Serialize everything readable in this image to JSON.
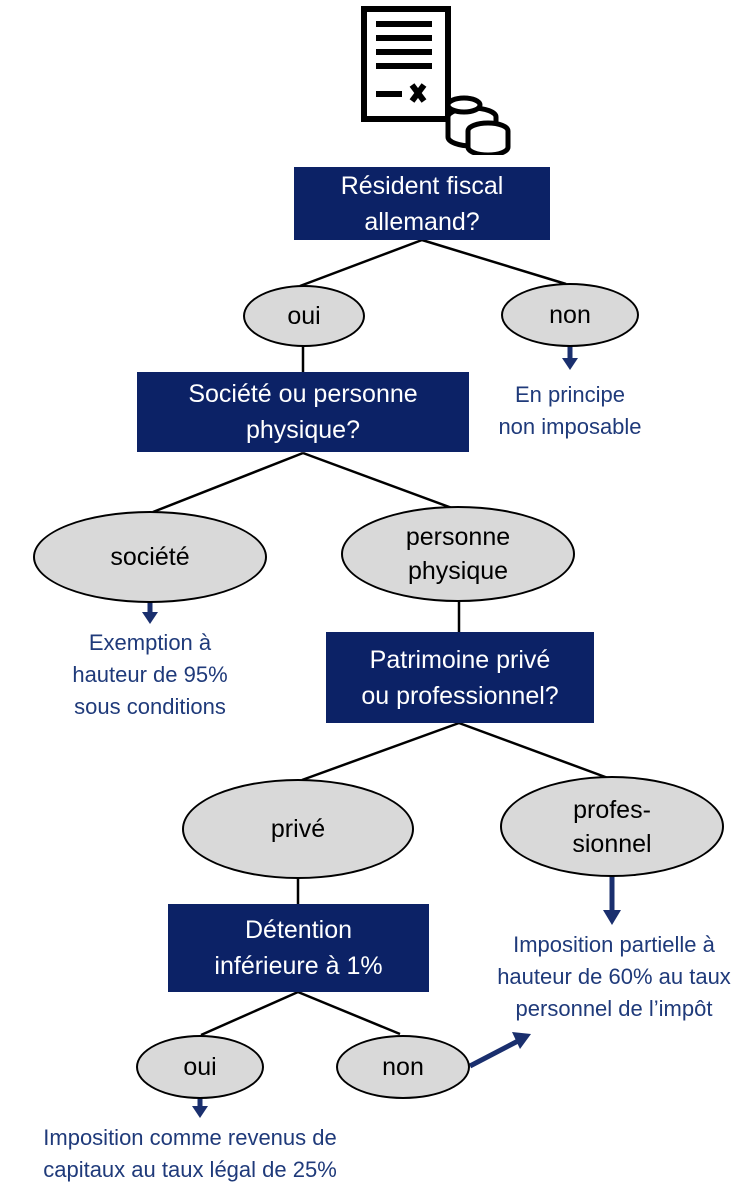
{
  "colors": {
    "question_fill": "#0c2266",
    "question_text": "#ffffff",
    "answer_fill": "#d9d9d9",
    "answer_border": "#000000",
    "result_text": "#1f3a7a",
    "arrow": "#1a2f6e",
    "line": "#000000"
  },
  "icon": {
    "name": "tax-document-coins-icon"
  },
  "questions": {
    "q1": {
      "line1": "Résident fiscal",
      "line2": "allemand?"
    },
    "q2": {
      "line1": "Société ou personne",
      "line2": "physique?"
    },
    "q3": {
      "line1": "Patrimoine privé",
      "line2": "ou professionnel?"
    },
    "q4": {
      "line1": "Détention",
      "line2": "inférieure à 1%"
    }
  },
  "answers": {
    "q1_yes": "oui",
    "q1_no": "non",
    "q2_company": "société",
    "q2_person": {
      "line1": "personne",
      "line2": "physique"
    },
    "q3_private": "privé",
    "q3_professional": {
      "line1": "profes-",
      "line2": "sionnel"
    },
    "q4_yes": "oui",
    "q4_no": "non"
  },
  "results": {
    "not_taxable": {
      "line1": "En principe",
      "line2": "non imposable"
    },
    "company_exemption": {
      "line1": "Exemption à",
      "line2": "hauteur de 95%",
      "line3": "sous conditions"
    },
    "partial_taxation": {
      "line1": "Imposition partielle à",
      "line2": "hauteur de 60% au taux",
      "line3": "personnel de l’impôt"
    },
    "flat_rate": {
      "line1": "Imposition comme revenus de",
      "line2": "capitaux au taux légal de 25%"
    }
  }
}
